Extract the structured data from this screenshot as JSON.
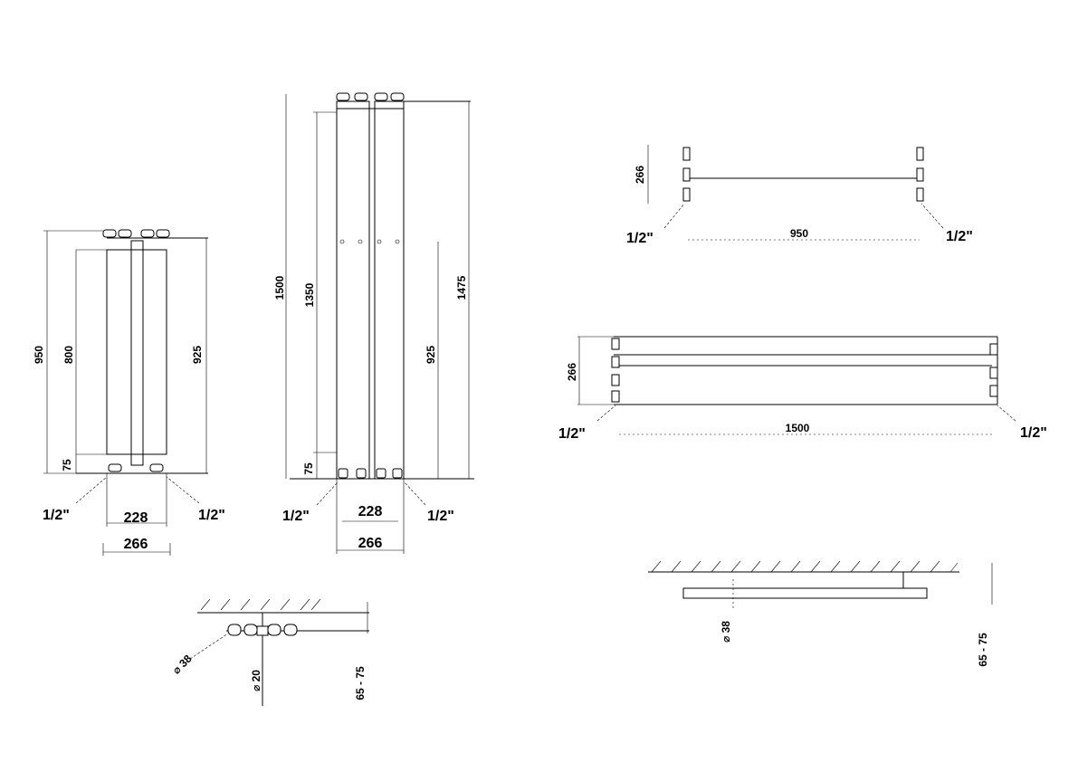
{
  "view1": {
    "height_total": "950",
    "height_inner": "800",
    "height_right": "925",
    "bottom_offset": "75",
    "connector_left": "1/2\"",
    "connector_right": "1/2\"",
    "width_inner": "228",
    "width_total": "266"
  },
  "view2": {
    "height_total": "1500",
    "height_inner": "1350",
    "height_right": "1475",
    "height_mid": "925",
    "bottom_offset": "75",
    "connector_left": "1/2\"",
    "connector_right": "1/2\"",
    "width_inner": "228",
    "width_total": "266"
  },
  "view3": {
    "depth": "266",
    "length": "950",
    "connector_left": "1/2\"",
    "connector_right": "1/2\""
  },
  "view4": {
    "depth": "266",
    "length": "1500",
    "connector_left": "1/2\"",
    "connector_right": "1/2\""
  },
  "detail1": {
    "diameter_large": "⌀ 38",
    "diameter_small": "⌀ 20",
    "wall_distance": "65 - 75"
  },
  "detail2": {
    "diameter": "⌀ 38",
    "wall_distance": "65 - 75"
  }
}
